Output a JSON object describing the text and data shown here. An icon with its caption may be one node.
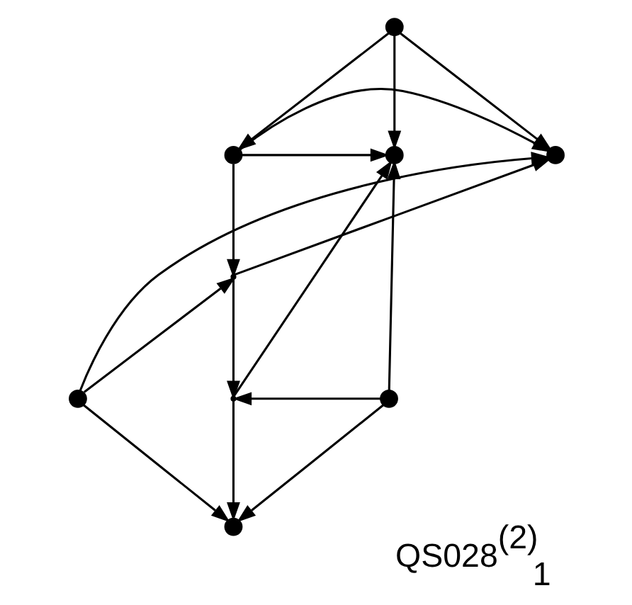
{
  "diagram": {
    "caption": "QS028$^{(2)}$$_{1}$",
    "nodes": [
      {
        "text": [],
        "shape": "circle"
      },
      {
        "text": [],
        "shape": "circle"
      },
      {
        "text": [],
        "shape": "circle"
      },
      {
        "text": [],
        "shape": "circle"
      },
      {
        "text": [],
        "shape": "circle"
      },
      {
        "text": [],
        "shape": "circle"
      },
      {
        "text": [],
        "shape": "circle"
      },
      {
        "text": [],
        "shape": "point"
      },
      {
        "text": [],
        "shape": "point"
      }
    ],
    "edges": [
      {
        "from": 0,
        "to": 1,
        "arrow": "to"
      },
      {
        "from": 0,
        "to": 2,
        "arrow": "to"
      },
      {
        "from": 0,
        "to": 3,
        "arrow": "to"
      },
      {
        "from": 3,
        "to": 1,
        "arrow": "to"
      },
      {
        "from": 3,
        "to": 2,
        "arrow": "to"
      },
      {
        "from": 4,
        "to": 1,
        "arrow": "to"
      },
      {
        "from": 5,
        "to": 2,
        "arrow": "to"
      },
      {
        "from": 3,
        "to": 7,
        "arrow": "to"
      },
      {
        "from": 4,
        "to": 7,
        "arrow": "to"
      },
      {
        "from": 7,
        "to": 1,
        "arrow": "to"
      },
      {
        "from": 7,
        "to": 8,
        "arrow": "to"
      },
      {
        "from": 5,
        "to": 8,
        "arrow": "to"
      },
      {
        "from": 8,
        "to": 2,
        "arrow": "to"
      },
      {
        "from": 8,
        "to": 6,
        "arrow": "to"
      },
      {
        "from": 4,
        "to": 6,
        "arrow": "to"
      },
      {
        "from": 5,
        "to": 6,
        "arrow": "to"
      }
    ]
  }
}
